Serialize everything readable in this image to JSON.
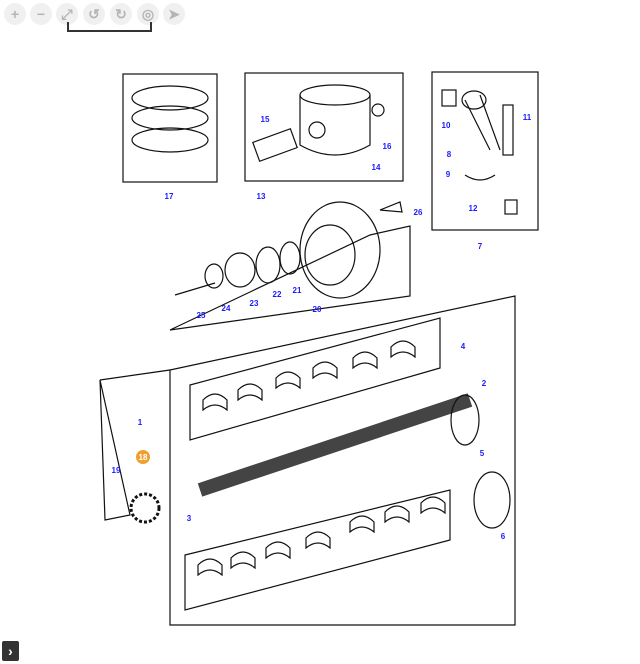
{
  "toolbar": {
    "buttons": [
      {
        "name": "zoom-in",
        "glyph": "+"
      },
      {
        "name": "zoom-out",
        "glyph": "−"
      },
      {
        "name": "fit",
        "glyph": "⤢"
      },
      {
        "name": "rotate-left",
        "glyph": "↺"
      },
      {
        "name": "rotate-right",
        "glyph": "↻"
      },
      {
        "name": "target",
        "glyph": "◎"
      },
      {
        "name": "navigate",
        "glyph": "➤"
      }
    ]
  },
  "callouts": [
    {
      "id": "17"
    },
    {
      "id": "13"
    },
    {
      "id": "14"
    },
    {
      "id": "15"
    },
    {
      "id": "16"
    },
    {
      "id": "10"
    },
    {
      "id": "11"
    },
    {
      "id": "8"
    },
    {
      "id": "9"
    },
    {
      "id": "12"
    },
    {
      "id": "7"
    },
    {
      "id": "26"
    },
    {
      "id": "25"
    },
    {
      "id": "24"
    },
    {
      "id": "23"
    },
    {
      "id": "22"
    },
    {
      "id": "21"
    },
    {
      "id": "20"
    },
    {
      "id": "4"
    },
    {
      "id": "2"
    },
    {
      "id": "1"
    },
    {
      "id": "19"
    },
    {
      "id": "18",
      "highlighted": true
    },
    {
      "id": "5"
    },
    {
      "id": "6"
    },
    {
      "id": "3"
    }
  ],
  "highlight_color": "#f0a030",
  "nav": {
    "glyph": "›"
  }
}
